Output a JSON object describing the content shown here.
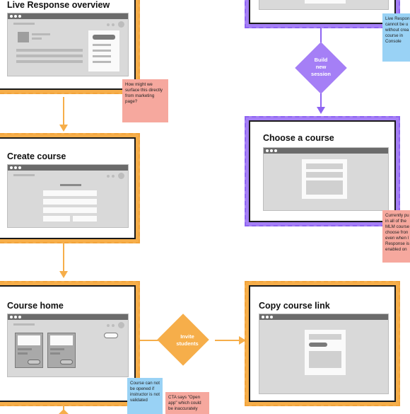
{
  "nodes": {
    "live_response_overview": "Live Response overview",
    "create_course": "Create course",
    "course_home": "Course home",
    "copy_course_link": "Copy course link",
    "choose_a_course": "Choose a course"
  },
  "decisions": {
    "build_new_session": "Build\nnew\nsession",
    "invite_students": "Invite\nstudents"
  },
  "notes": {
    "surface_marketing": "How might we surface this directly from marketing page?",
    "live_response_no_course": "Live Respon cannot be u without crea a course in Console",
    "currently_pulls": "Currently pu in all of the MLM course choose fron even when l Response is enabled on",
    "course_can_not_open": "Course can not be opened if instructor is not validated",
    "cta_open_app": "CTA says \"Open app\" which could be inaccurately"
  },
  "colors": {
    "orange": "#f6ae4a",
    "purple": "#a57ff6",
    "pink_note": "#f6a89e",
    "blue_note": "#99d2f5"
  }
}
